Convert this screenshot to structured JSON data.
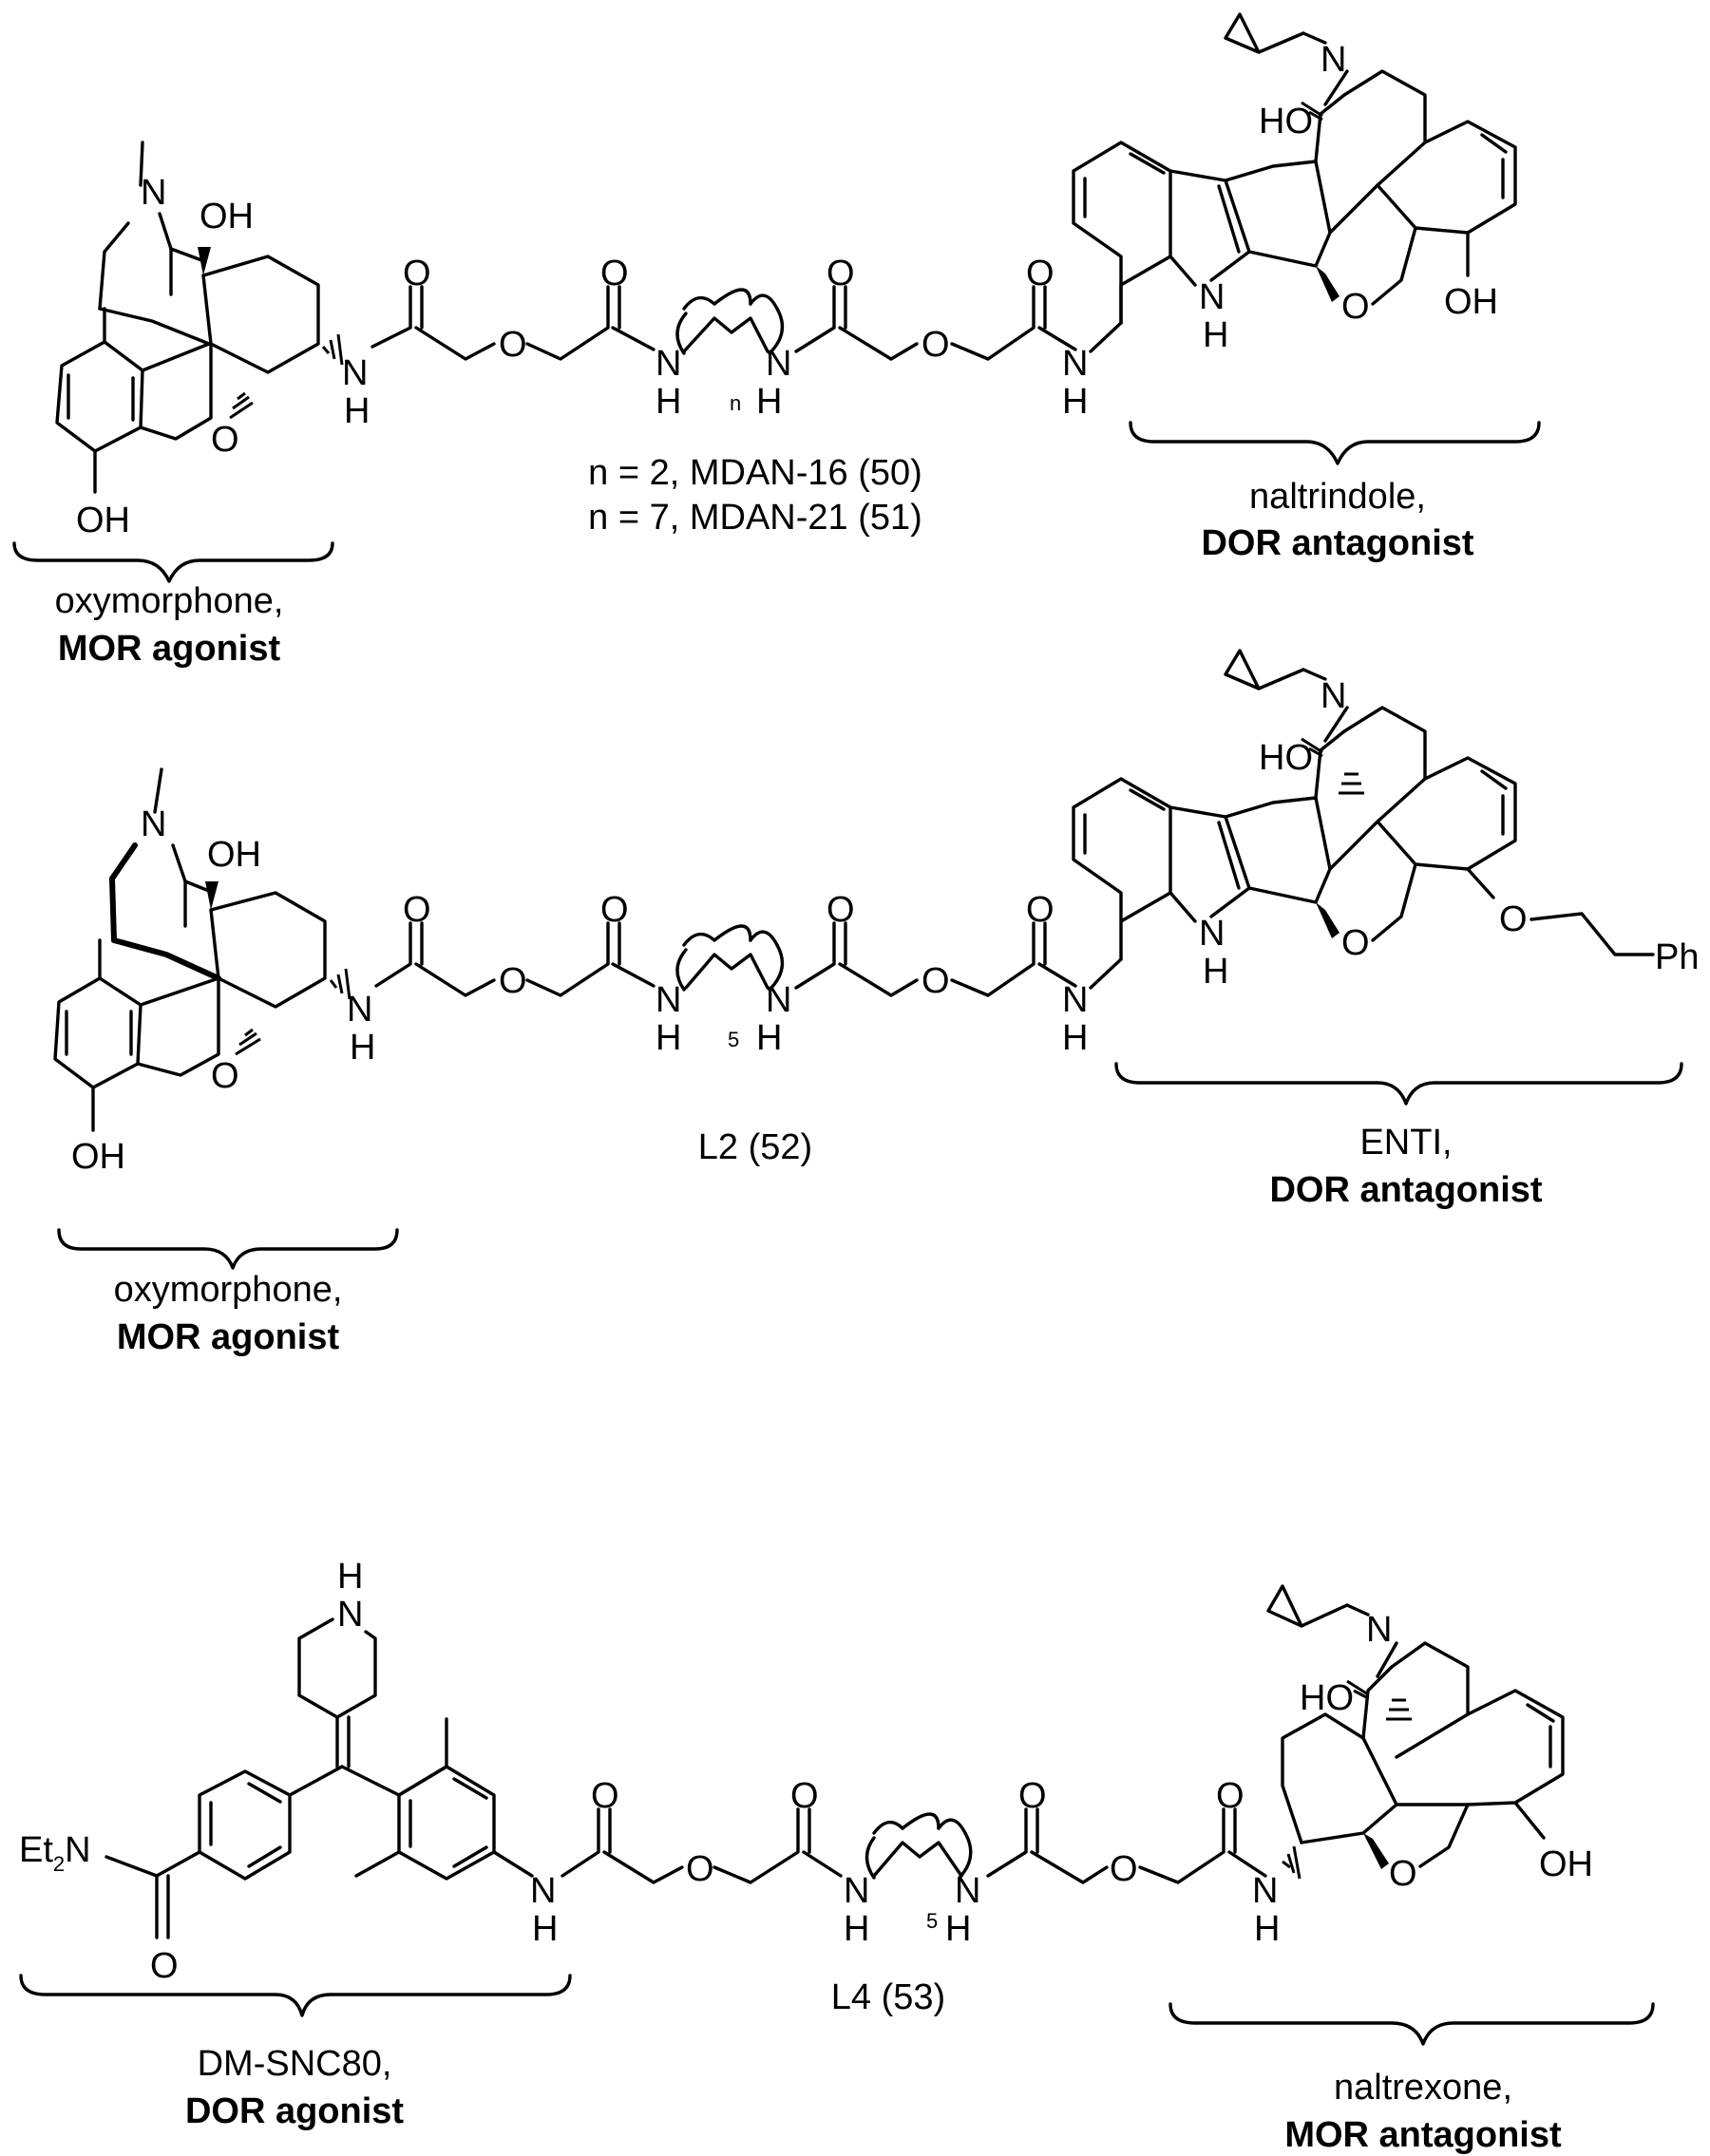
{
  "row1": {
    "left_name": "oxymorphone,",
    "left_role": "MOR agonist",
    "compound_line1": "n = 2, MDAN-16 (50)",
    "compound_line2": "n = 7, MDAN-21 (51)",
    "right_name": "naltrindole,",
    "right_role": "DOR antagonist",
    "linker_index": "n"
  },
  "row2": {
    "left_name": "oxymorphone,",
    "left_role": "MOR agonist",
    "compound": "L2 (52)",
    "right_name": "ENTI,",
    "right_role": "DOR antagonist",
    "linker_index": "5"
  },
  "row3": {
    "left_name": "DM-SNC80,",
    "left_role": "DOR agonist",
    "compound": "L4 (53)",
    "right_name": "naltrexone,",
    "right_role": "MOR antagonist",
    "linker_index": "5"
  },
  "atoms": {
    "N": "N",
    "O": "O",
    "H": "H",
    "OH": "OH",
    "HO": "HO",
    "NH": "NH",
    "Ph": "Ph",
    "Et2N": "Et",
    "Et2N_sub": "2",
    "Et2N_tail": "N"
  }
}
